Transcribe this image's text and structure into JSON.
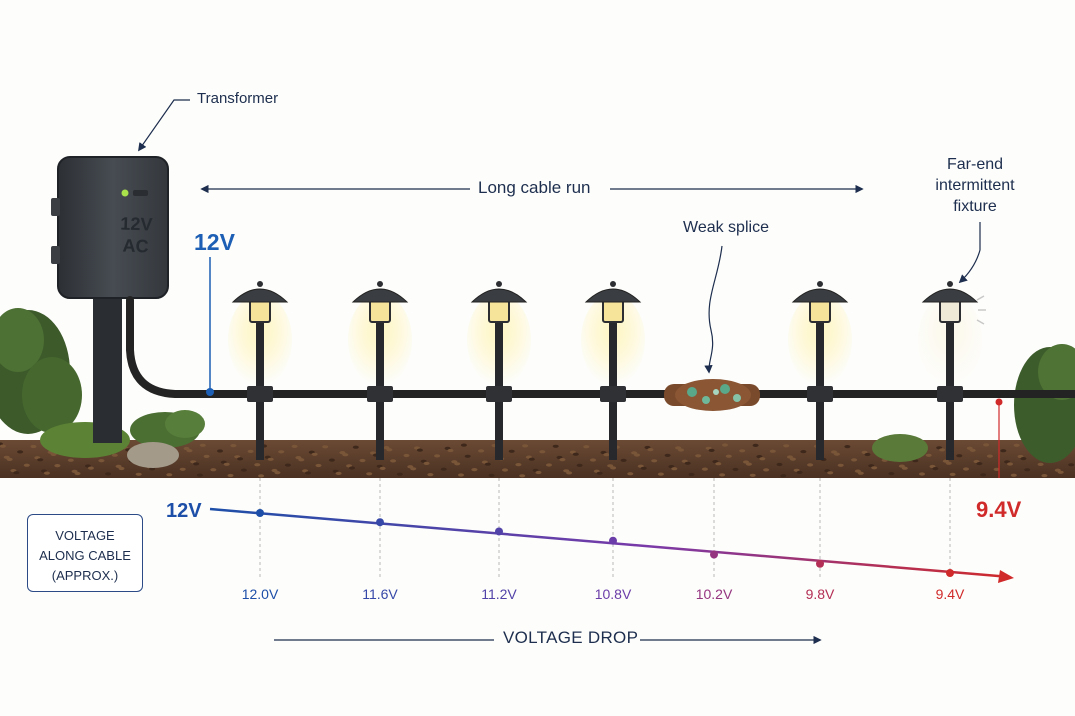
{
  "labels": {
    "transformer": "Transformer",
    "transformer_face_line1": "12V",
    "transformer_face_line2": "AC",
    "long_cable_run": "Long cable run",
    "weak_splice": "Weak splice",
    "far_end": "Far-end intermittent fixture",
    "source_voltage": "12V",
    "graph_start_voltage": "12V",
    "end_voltage": "9.4V",
    "voltage_drop": "VOLTAGE DROP"
  },
  "legend": {
    "line1": "VOLTAGE",
    "line2": "ALONG CABLE",
    "line3": "(APPROX.)"
  },
  "colors": {
    "start": "#1d4fa8",
    "end": "#d02a2a",
    "label_text": "#1d2e4e",
    "cable": "#2b2b2b"
  },
  "fixtures": [
    {
      "lit": true
    },
    {
      "lit": true
    },
    {
      "lit": true
    },
    {
      "lit": true
    },
    {
      "lit": true
    },
    {
      "lit": "intermittent"
    }
  ],
  "voltage_points": [
    {
      "label": "12.0V",
      "value": 12.0
    },
    {
      "label": "11.6V",
      "value": 11.6
    },
    {
      "label": "11.2V",
      "value": 11.2
    },
    {
      "label": "10.8V",
      "value": 10.8
    },
    {
      "label": "10.2V",
      "value": 10.2
    },
    {
      "label": "9.8V",
      "value": 9.8
    },
    {
      "label": "9.4V",
      "value": 9.4
    }
  ]
}
